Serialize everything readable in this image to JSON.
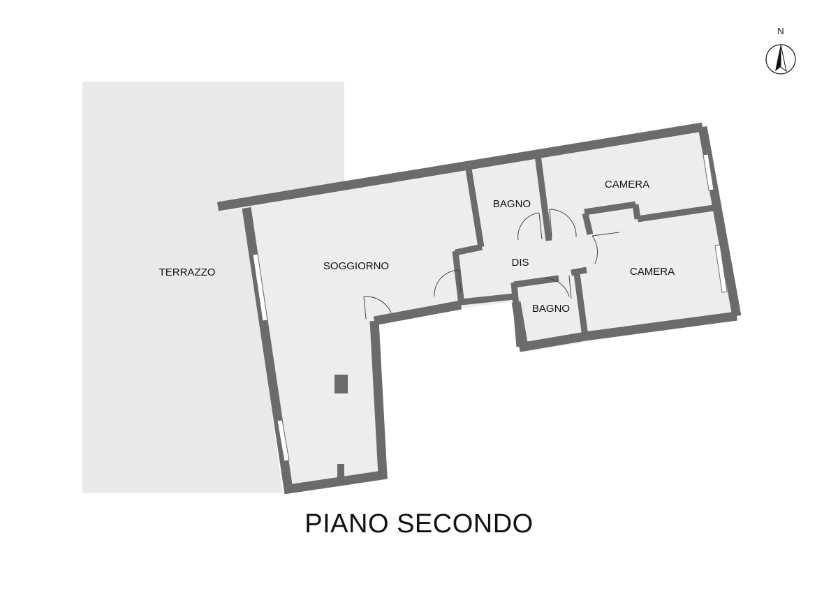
{
  "compass": {
    "label": "N",
    "icon": "north-arrow-icon"
  },
  "rooms": {
    "terrazzo": "TERRAZZO",
    "soggiorno": "SOGGIORNO",
    "bagno_1": "BAGNO",
    "camera_1": "CAMERA",
    "dis": "DIS",
    "camera_2": "CAMERA",
    "bagno_2": "BAGNO"
  },
  "floor_title": "PIANO SECONDO",
  "colors": {
    "wall": "#6b6b6b",
    "floor": "#ededed",
    "terrace": "#e8e8e8",
    "window": "#ffffff",
    "line": "#333333",
    "column": "#6b6b6b"
  }
}
